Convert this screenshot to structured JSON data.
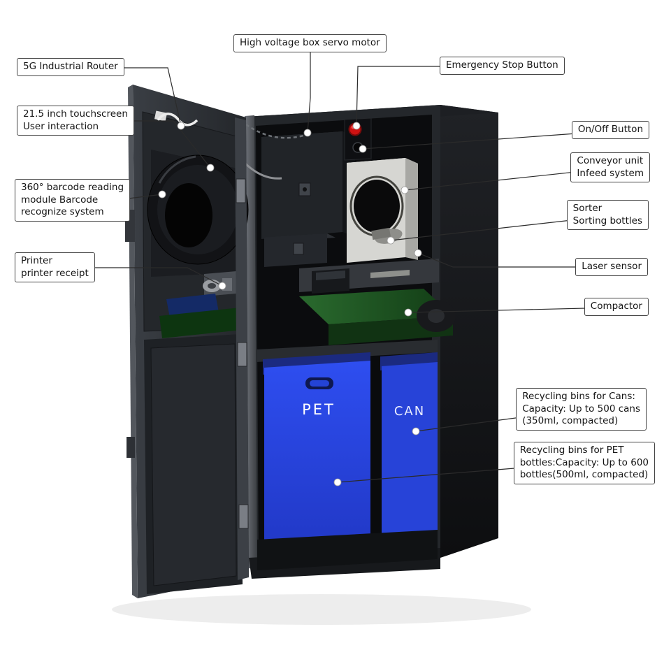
{
  "diagram": {
    "subject": "Reverse vending recycling machine - annotated component diagram"
  },
  "callouts": {
    "high_voltage": {
      "label": "High voltage box servo motor"
    },
    "router": {
      "label": "5G Industrial Router"
    },
    "touchscreen": {
      "label": "21.5 inch touchscreen\nUser interaction"
    },
    "barcode": {
      "label": "360° barcode reading\nmodule Barcode\nrecognize system"
    },
    "printer": {
      "label": "Printer\nprinter receipt"
    },
    "emergency_stop": {
      "label": "Emergency Stop Button"
    },
    "on_off": {
      "label": "On/Off Button"
    },
    "conveyor": {
      "label": "Conveyor unit\nInfeed system"
    },
    "sorter": {
      "label": "Sorter\nSorting bottles"
    },
    "laser": {
      "label": "Laser sensor"
    },
    "compactor": {
      "label": "Compactor"
    },
    "bins_cans": {
      "label": "Recycling bins for Cans:\nCapacity: Up to 500 cans\n(350ml, compacted)"
    },
    "bins_pet": {
      "label": "Recycling bins for PET\nbottles:Capacity: Up to 600\nbottles(500ml, compacted)"
    }
  },
  "bins": {
    "pet": "PET",
    "can": "CAN"
  },
  "colors": {
    "bin_blue": "#2745e0",
    "belt_green": "#1d4f21",
    "emergency_red": "#d31313",
    "cabinet_dark": "#1a1c1f",
    "callout_border": "#454545"
  }
}
